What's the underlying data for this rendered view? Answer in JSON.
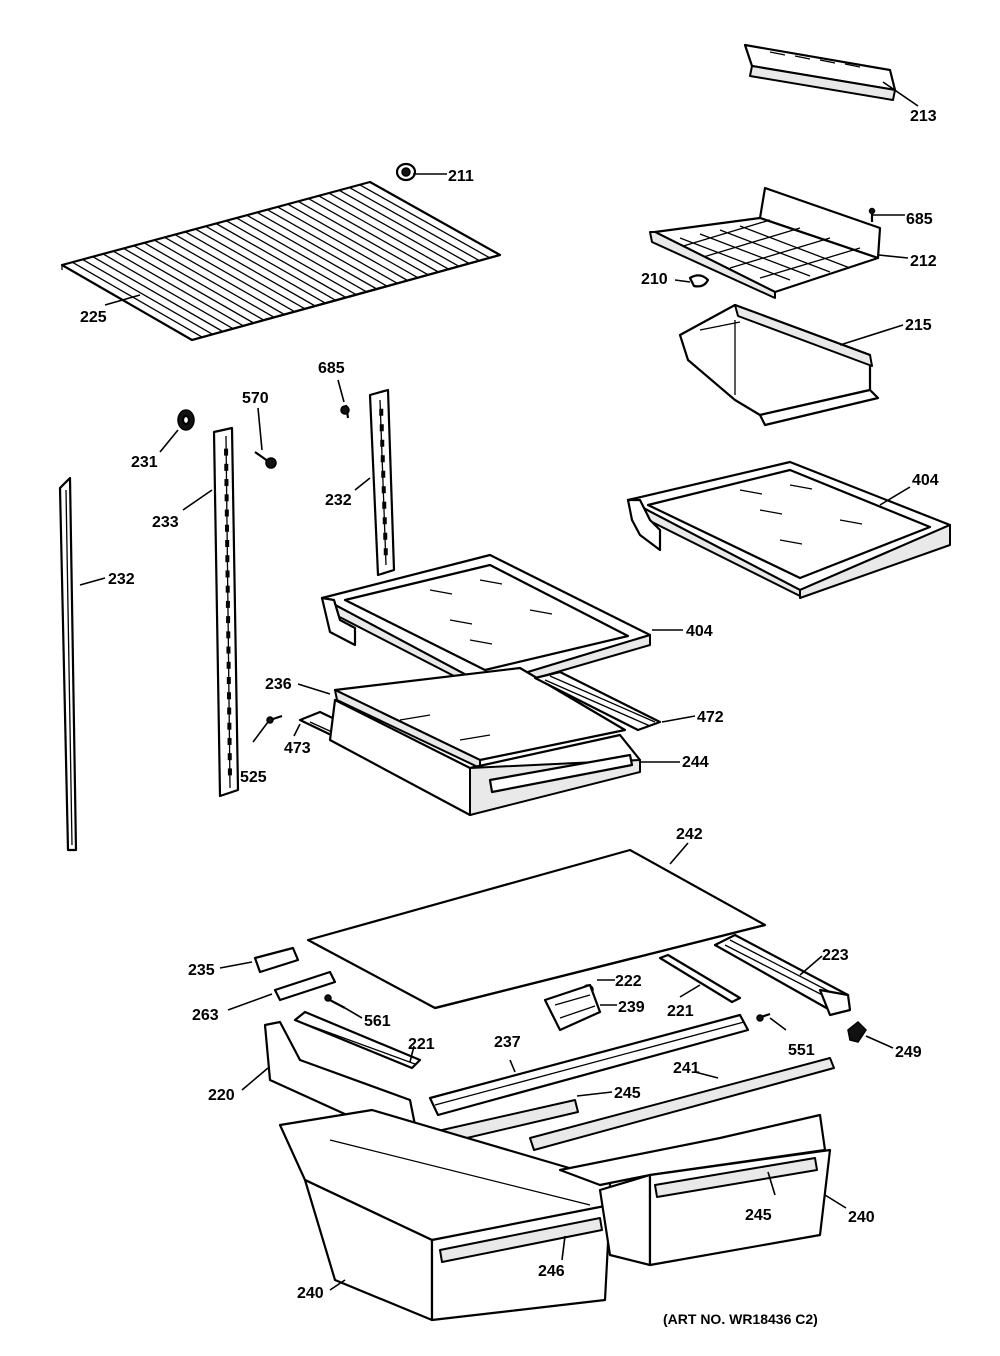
{
  "diagram": {
    "art_number": "(ART NO. WR18436 C2)",
    "callouts": {
      "c213": "213",
      "c211": "211",
      "c685a": "685",
      "c212": "212",
      "c210": "210",
      "c225": "225",
      "c215": "215",
      "c685b": "685",
      "c570": "570",
      "c231": "231",
      "c233": "233",
      "c232a": "232",
      "c404a": "404",
      "c232b": "232",
      "c404b": "404",
      "c236": "236",
      "c472": "472",
      "c473": "473",
      "c525": "525",
      "c244": "244",
      "c242": "242",
      "c223": "223",
      "c235": "235",
      "c222": "222",
      "c239": "239",
      "c221a": "221",
      "c263": "263",
      "c561": "561",
      "c551": "551",
      "c249": "249",
      "c221b": "221",
      "c237": "237",
      "c241": "241",
      "c220": "220",
      "c245a": "245",
      "c245b": "245",
      "c240a": "240",
      "c246": "246",
      "c240b": "240"
    }
  }
}
